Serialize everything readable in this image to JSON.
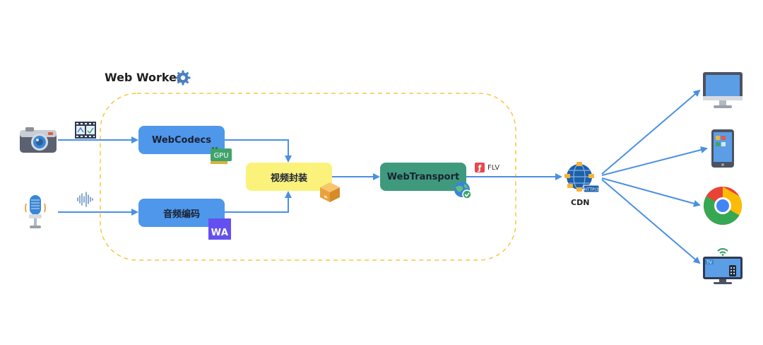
{
  "worker": {
    "title": "Web Worker"
  },
  "nodes": {
    "webcodecs": "WebCodecs",
    "audio_encode": "音频编码",
    "mux": "视频封装",
    "webtransport": "WebTransport"
  },
  "badges": {
    "gpu": "GPU",
    "wasm": "WA",
    "flv": "FLV",
    "http3": "HTTP/3"
  },
  "cdn": {
    "label": "CDN"
  },
  "icons": {
    "inputs": [
      "camera-icon",
      "microphone-icon",
      "film-strip-icon",
      "sound-wave-icon"
    ],
    "outputs": [
      "monitor-icon",
      "tablet-icon",
      "chrome-browser-icon",
      "tv-icon"
    ]
  },
  "colors": {
    "arrow": "#4a90e2",
    "worker_border": "#f5c842",
    "node_blue": "#4f97ea",
    "node_yellow": "#fbf27c",
    "node_green": "#3f9a7d",
    "wasm": "#654ff0"
  }
}
